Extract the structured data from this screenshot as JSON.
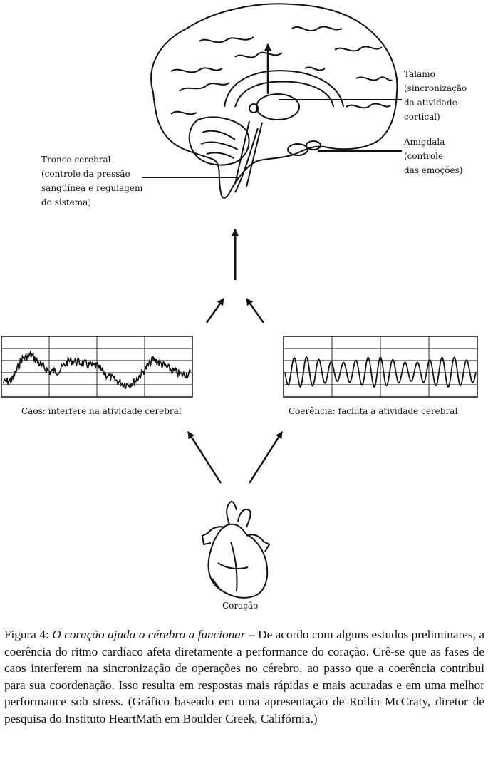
{
  "labels": {
    "talamo": [
      "Tálamo",
      "(sincronização",
      "da atividade",
      "cortical)"
    ],
    "amigdala": [
      "Amígdala",
      "(controle",
      "das emoções)"
    ],
    "tronco": [
      "Tronco cerebral",
      "(controle da pressão",
      "sangüínea e regulagem",
      "do sistema)"
    ],
    "caos": "Caos: interfere na atividade cerebral",
    "coerencia": "Coerência: facilita a atividade cerebral",
    "coracao": "Coração"
  },
  "caption": {
    "prefix": "Figura 4: ",
    "title": "O coração ajuda o cérebro a funcionar",
    "body": " – De acordo com alguns estudos preliminares, a coerência do ritmo cardíaco afeta diretamente a performance do coração. Crê-se que as fases de caos interferem na sincronização de operações no cérebro, ao passo que a coerência contribui para sua coordenação. Isso resulta em respostas mais rápidas e mais acuradas e em uma melhor performance sob stress. (Gráfico baseado em uma apresentação de Rollin McCraty, diretor de pesquisa do Instituto HeartMath em Boulder Creek, Califórnia.)"
  },
  "colors": {
    "ink": "#111111",
    "paper": "#ffffff"
  }
}
